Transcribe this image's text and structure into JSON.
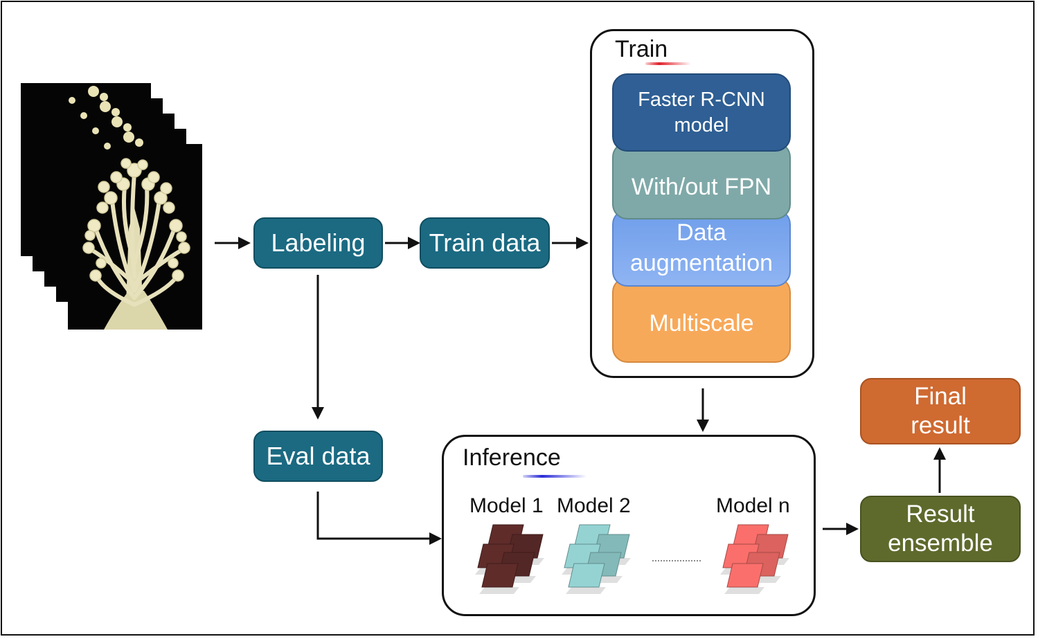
{
  "nodes": {
    "labeling": "Labeling",
    "train_data": "Train data",
    "eval_data": "Eval data",
    "final_result": "Final result",
    "result_ensemble": "Result ensemble"
  },
  "train": {
    "title": "Train",
    "faster_rcnn": "Faster R-CNN model",
    "fpn": "With/out FPN",
    "augmentation": "Data augmentation",
    "multiscale": "Multiscale"
  },
  "inference": {
    "title": "Inference",
    "models": [
      {
        "label": "Model 1",
        "color": "#5a2a28"
      },
      {
        "label": "Model 2",
        "color": "#8ec9c9"
      },
      {
        "label": "Model n",
        "color": "#ee6a66"
      }
    ]
  },
  "colors": {
    "teal": "#1b6a82",
    "faster_rcnn": "#2f5f94",
    "fpn": "#7fa9a8",
    "augmentation": "#7fa6f0",
    "multiscale": "#f7a95a",
    "final_result": "#cf6a31",
    "result_ensemble": "#5e6a2c",
    "train_underline": "#e0202a",
    "inference_underline": "#2a2ad8"
  }
}
